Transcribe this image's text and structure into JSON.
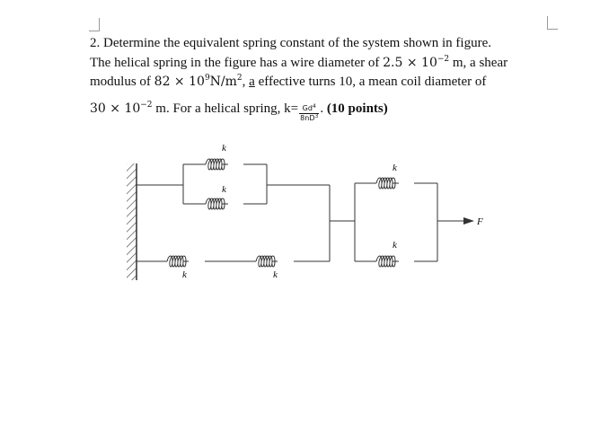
{
  "problem": {
    "line1": "2. Determine the equivalent spring constant of the system shown in figure.",
    "line2_a": "The helical spring in the figure has a wire diameter of",
    "wire_diameter_mant": "2.5 × 10",
    "wire_diameter_exp": "−2",
    "line2_unit": " m, a shear",
    "line3_a": "modulus of",
    "shear_mant": "82 × 10",
    "shear_exp": "9",
    "shear_unit": "N/m",
    "shear_unit_exp": "2",
    "line3_b": ",",
    "line3_a_word": "a",
    "line3_c": " effective turns 10, a mean coil diameter of",
    "coil_mant": "30 × 10",
    "coil_exp": "−2",
    "line4_a": " m. For a helical spring, k=",
    "frac_num": "Gd",
    "frac_num_exp": "4",
    "frac_den": "8nD",
    "frac_den_exp": "3",
    "line4_end": ".",
    "points": "(10 points)"
  },
  "figure": {
    "spring_label": "k",
    "force_label": "F"
  },
  "colors": {
    "text": "#111111",
    "line": "#333333",
    "crop_mark": "#9a9a9a"
  }
}
